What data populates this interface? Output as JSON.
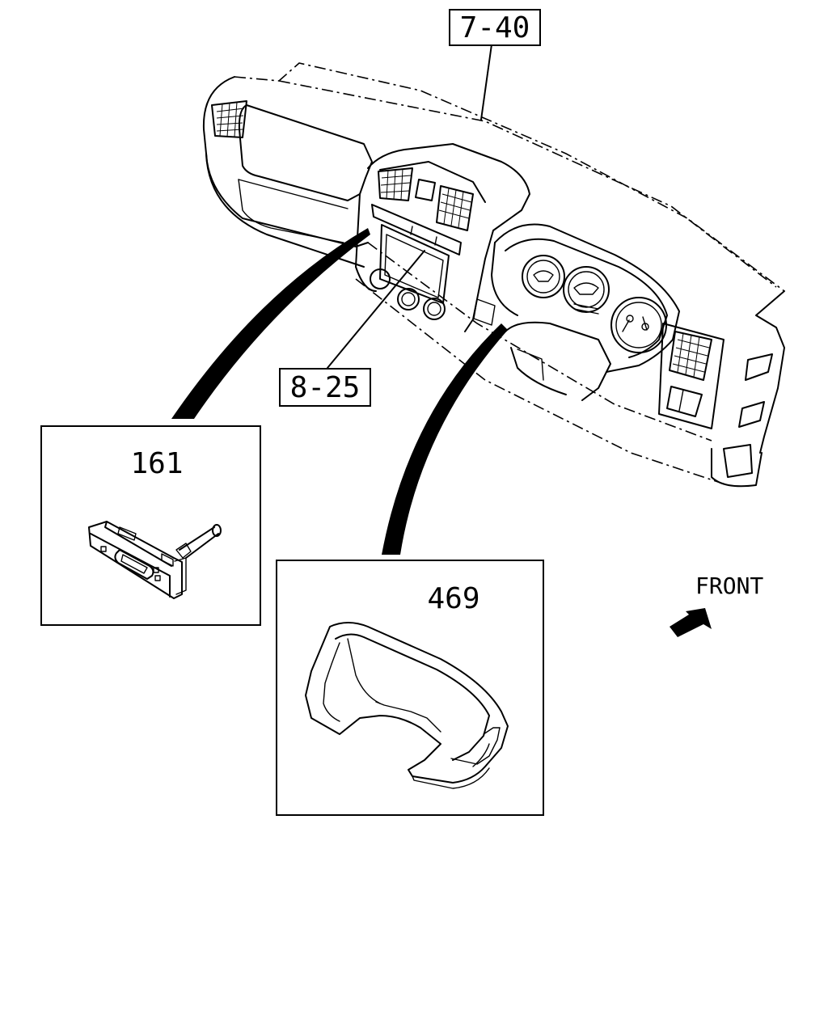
{
  "callouts": {
    "ref_dashboard": "7-40",
    "ref_console": "8-25",
    "part_switch": "161",
    "part_bezel": "469"
  },
  "direction": {
    "front_label": "FRONT"
  }
}
